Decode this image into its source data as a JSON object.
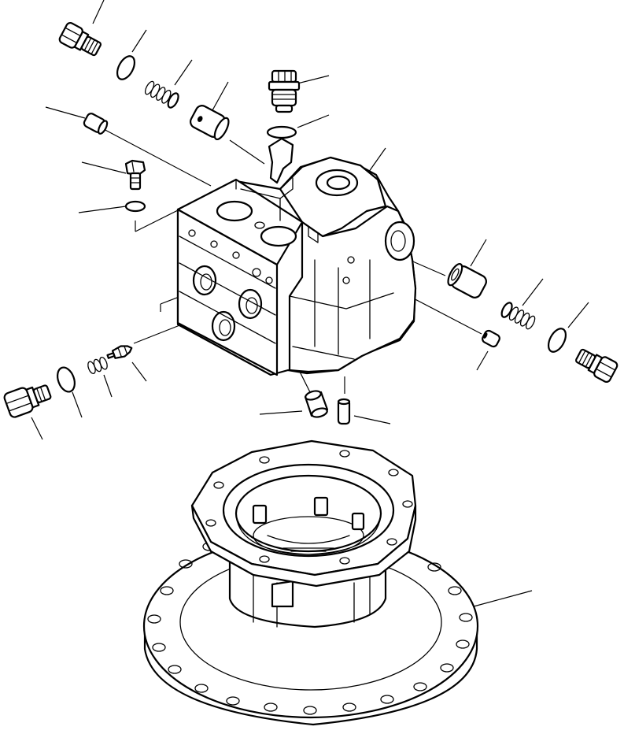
{
  "diagram": {
    "kind": "exploded-parts-view",
    "line_color": "#000000",
    "background": "#ffffff",
    "parts": [
      {
        "id": "plug-top-left",
        "icon": "plug-icon"
      },
      {
        "id": "o-ring-top-left",
        "icon": "o-ring-icon"
      },
      {
        "id": "spring-top-left",
        "icon": "spring-icon"
      },
      {
        "id": "spool-top",
        "icon": "spool-icon"
      },
      {
        "id": "plug-top-center",
        "icon": "plug-icon"
      },
      {
        "id": "o-ring-top-center",
        "icon": "o-ring-icon"
      },
      {
        "id": "small-sleeve-left",
        "icon": "sleeve-icon"
      },
      {
        "id": "bolt",
        "icon": "bolt-icon"
      },
      {
        "id": "o-ring-bolt",
        "icon": "o-ring-icon"
      },
      {
        "id": "valve-body",
        "icon": "valve-body-icon"
      },
      {
        "id": "spool-right",
        "icon": "spool-icon"
      },
      {
        "id": "spring-right",
        "icon": "spring-icon"
      },
      {
        "id": "o-ring-right",
        "icon": "o-ring-icon"
      },
      {
        "id": "plug-right",
        "icon": "plug-icon"
      },
      {
        "id": "check-valve-right",
        "icon": "check-valve-icon"
      },
      {
        "id": "plug-bottom-left",
        "icon": "plug-icon"
      },
      {
        "id": "o-ring-bottom-left",
        "icon": "o-ring-icon"
      },
      {
        "id": "spring-bottom-left",
        "icon": "spring-icon"
      },
      {
        "id": "check-valve-left",
        "icon": "check-valve-icon"
      },
      {
        "id": "sleeve-bottom",
        "icon": "sleeve-icon"
      },
      {
        "id": "dowel-pin",
        "icon": "pin-icon"
      },
      {
        "id": "motor-housing",
        "icon": "housing-icon"
      }
    ]
  }
}
